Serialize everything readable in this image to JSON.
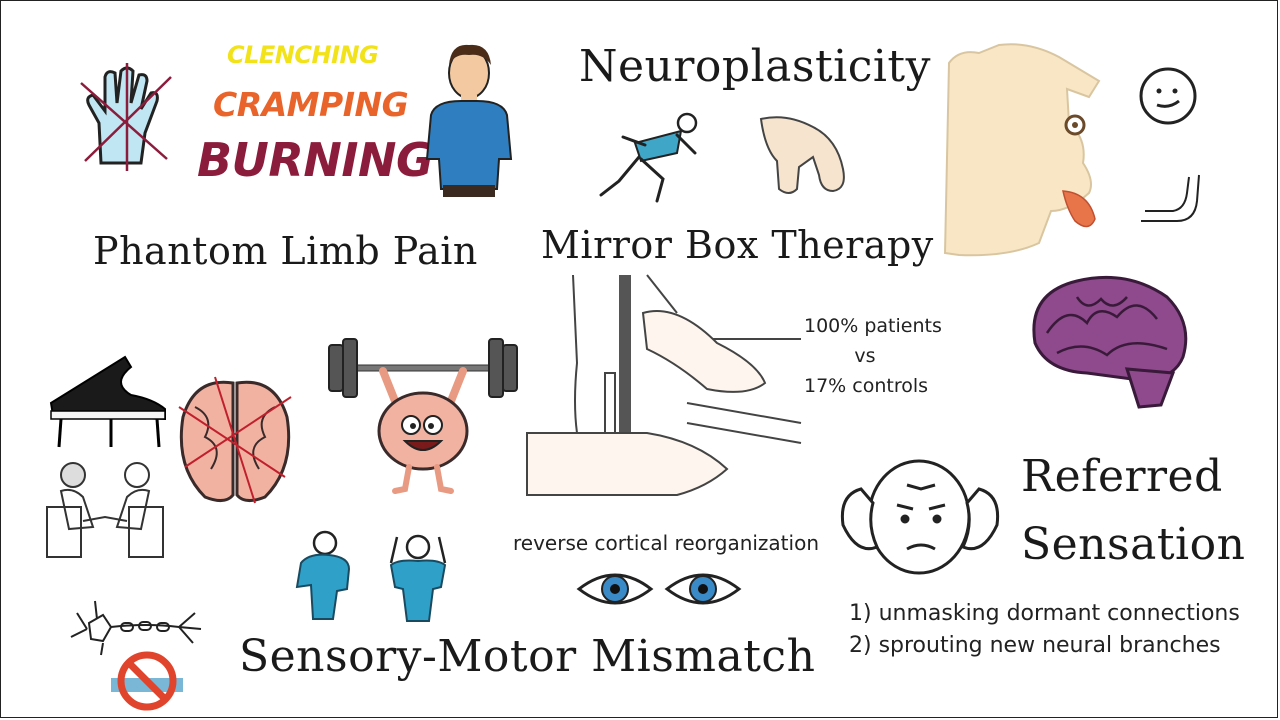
{
  "titles": {
    "neuroplasticity": "Neuroplasticity",
    "phantom_limb_pain": "Phantom Limb Pain",
    "mirror_box_therapy": "Mirror Box Therapy",
    "referred_sensation_line1": "Referred",
    "referred_sensation_line2": "Sensation",
    "sensory_motor_mismatch": "Sensory-Motor Mismatch"
  },
  "pain_words": {
    "clenching": "CLENCHING",
    "cramping": "CRAMPING",
    "burning": "BURNING"
  },
  "stats": {
    "line1": "100% patients",
    "line2": "vs",
    "line3": "17% controls"
  },
  "captions": {
    "reverse_cortical": "reverse cortical reorganization"
  },
  "mechanisms": [
    "1) unmasking dormant connections",
    "2) sprouting new neural branches"
  ],
  "colors": {
    "clenching": "#f2e21a",
    "cramping": "#e8642a",
    "burning": "#8c1c3c",
    "shirt_blue": "#2f7fc0",
    "brain_pink": "#f2b2a2",
    "brain_purple": "#8e4a8c",
    "eye_blue": "#3a8ac8",
    "homunculus_skin": "#f8e6c4",
    "prohibition_red": "#e0442c"
  },
  "icons": [
    "amputated-hand-icon",
    "man-portrait-icon",
    "runner-icon",
    "bent-finger-icon",
    "homunculus-icon",
    "smiley-face-icon",
    "arm-icon",
    "purple-brain-icon",
    "piano-icon",
    "therapy-session-icon",
    "brain-with-pain-icon",
    "weightlifting-brain-icon",
    "mirror-box-icon",
    "headache-man-icon",
    "eyes-icon",
    "person-back-icon",
    "person-front-icon",
    "neuron-icon",
    "prohibition-sign-icon"
  ]
}
